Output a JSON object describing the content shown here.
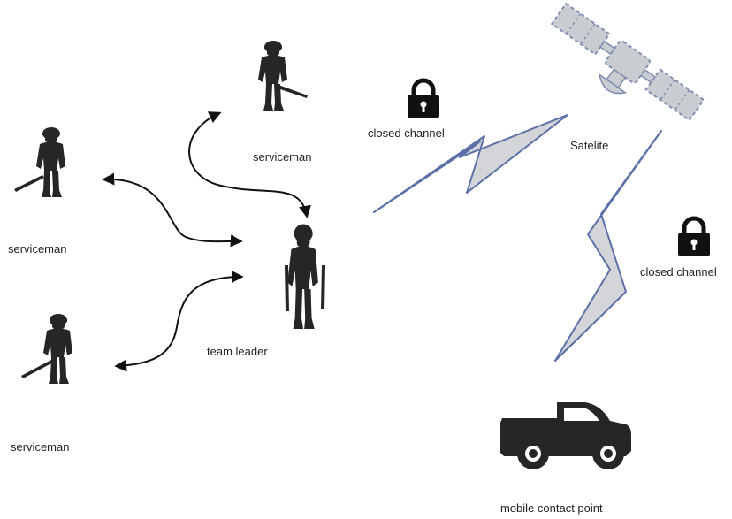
{
  "labels": {
    "serviceman_top": "serviceman",
    "serviceman_left": "serviceman",
    "serviceman_bottom": "serviceman",
    "team_leader": "team leader",
    "satelite": "Satelite",
    "closed_channel_1": "closed channel",
    "closed_channel_2": "closed channel",
    "mobile_contact_point": "mobile contact point"
  },
  "icons": {
    "soldier": "soldier-icon",
    "team_leader": "soldier-with-rifles-icon",
    "satellite": "satellite-icon",
    "lock": "lock-icon",
    "truck": "pickup-truck-icon",
    "link": "lightning-link"
  },
  "colors": {
    "silhouette": "#262626",
    "satellite_fill": "#c9ccd1",
    "satellite_outline": "#7f8fb0",
    "link_fill": "#d3d5d9",
    "link_stroke": "#5b6fa8",
    "arrow": "#111111"
  }
}
